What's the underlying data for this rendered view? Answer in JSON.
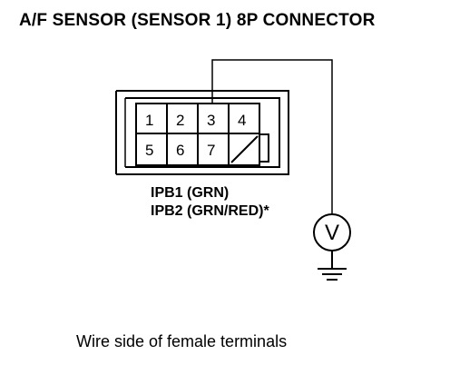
{
  "title": "A/F SENSOR (SENSOR 1) 8P CONNECTOR",
  "connector": {
    "terminals_row1": [
      "1",
      "2",
      "3",
      "4"
    ],
    "terminals_row2": [
      "5",
      "6",
      "7"
    ]
  },
  "wires": [
    {
      "label": "IPB1 (GRN)"
    },
    {
      "label": "IPB2 (GRN/RED)*"
    }
  ],
  "meter": {
    "symbol": "V",
    "icon": "voltmeter-icon"
  },
  "ground": {
    "icon": "ground-icon"
  },
  "caption": "Wire side of female terminals"
}
